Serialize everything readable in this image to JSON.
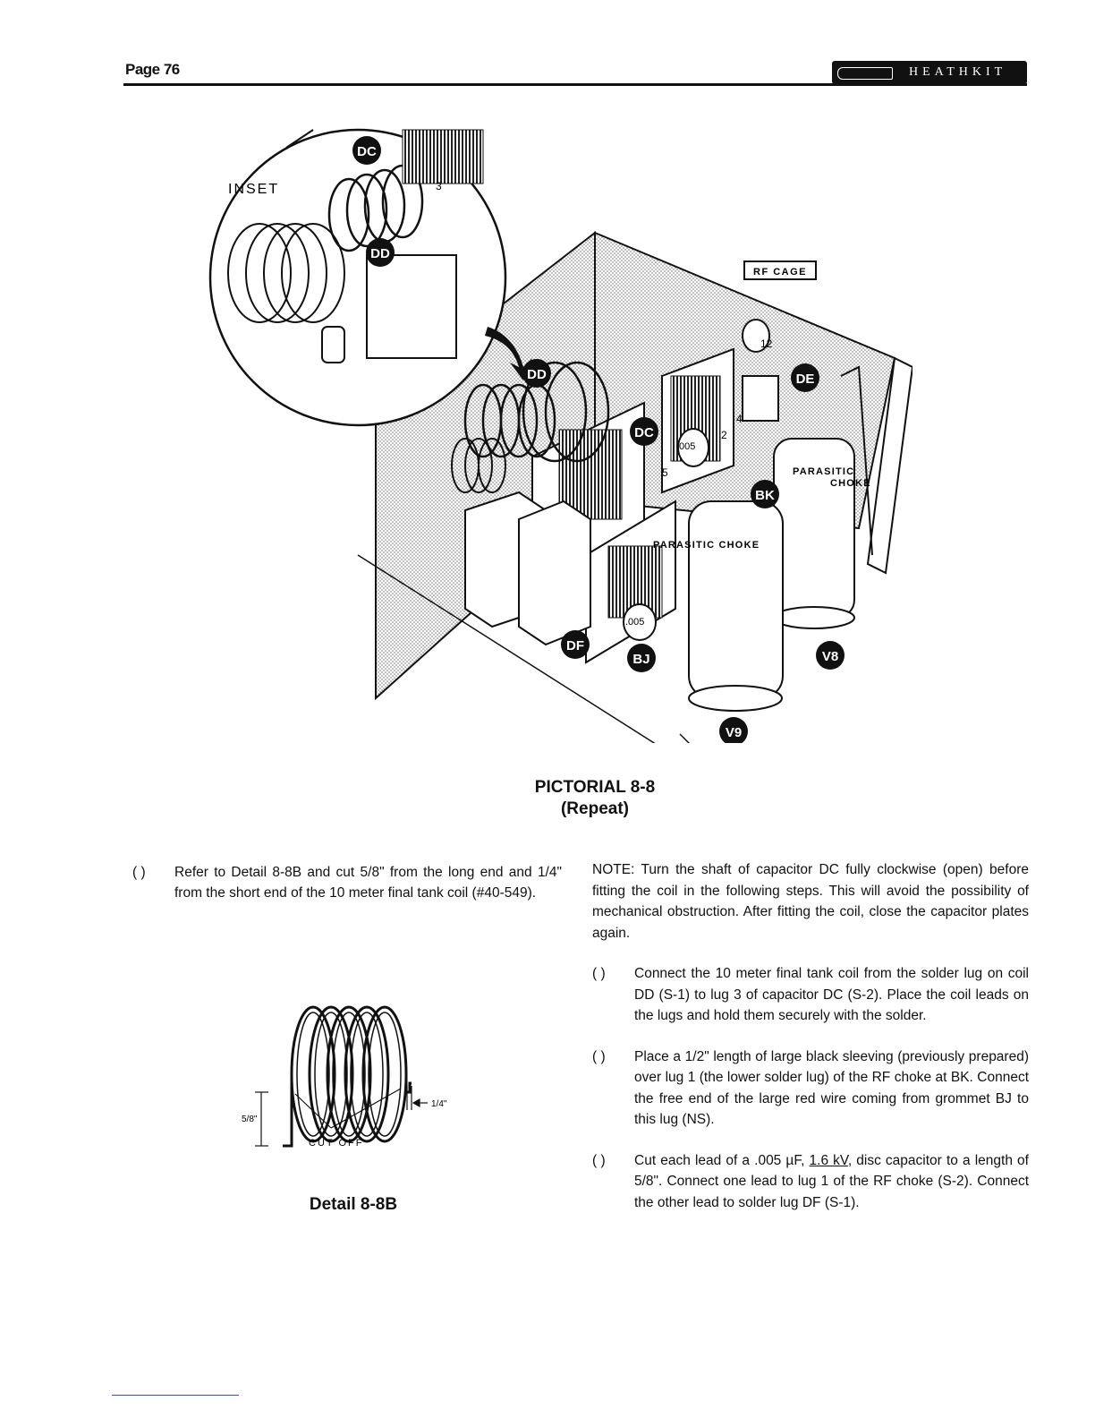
{
  "header": {
    "page_number": "Page 76",
    "brand": "HEATHKIT"
  },
  "pictorial": {
    "inset_label": "INSET",
    "rf_cage_label": "RF CAGE",
    "lug_labels": [
      "12",
      "4",
      "2",
      "5",
      "3"
    ],
    "parts": [
      "DC",
      "DD",
      "DE",
      "DF",
      "BK",
      "BJ",
      "V8",
      "V9"
    ],
    "inset_parts": [
      "DC",
      "DD"
    ],
    "capacitor_values": [
      ".005",
      ".005"
    ],
    "parasitic_choke_1": "PARASITIC",
    "parasitic_choke_2": "CHOKE",
    "parasitic_choke_full": "PARASITIC CHOKE",
    "caption_line1": "PICTORIAL 8-8",
    "caption_line2": "(Repeat)"
  },
  "left_step": {
    "paren": "(   )",
    "text": "Refer to Detail 8-8B and cut 5/8\" from the long end and 1/4\" from the short end of the 10 meter final tank coil (#40-549)."
  },
  "detail": {
    "dim_long": "5/8\"",
    "dim_short": "1/4\"",
    "cut_label": "CUT OFF",
    "caption": "Detail 8-8B"
  },
  "note": "NOTE: Turn the shaft of capacitor DC fully clockwise (open) before fitting the coil in the following steps. This will avoid the possibility of mechanical obstruction. After fitting the coil, close the capacitor plates again.",
  "steps": [
    {
      "paren": "(   )",
      "text": "Connect the 10 meter final tank coil from the solder lug on coil DD (S-1) to lug 3 of capacitor DC (S-2). Place the coil leads on the lugs and hold them securely with the solder."
    },
    {
      "paren": "(   )",
      "text": "Place a 1/2\" length of large black sleeving (previously prepared) over lug 1 (the lower solder lug) of the RF choke at BK. Connect the free end of the large red wire coming from grommet BJ to this lug (NS)."
    },
    {
      "paren": "(   )",
      "text_a": "Cut each lead of a .005 µF, ",
      "text_u": "1.6 kV",
      "text_b": ", disc capacitor to a length of 5/8\". Connect one lead to lug 1 of the RF choke (S-2). Connect the other lead to solder lug DF (S-1)."
    }
  ]
}
